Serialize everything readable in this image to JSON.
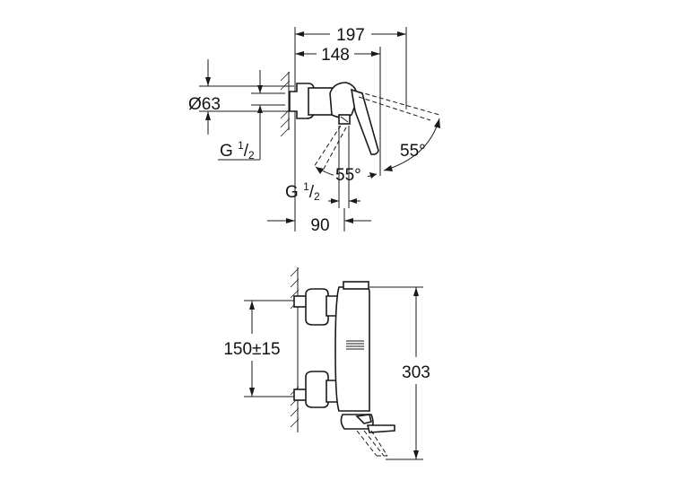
{
  "top_view": {
    "dim_overall": "197",
    "dim_body": "148",
    "dim_diameter": "Ø63",
    "thread_left": {
      "base": "G ",
      "num": "1",
      "den": "2"
    },
    "angle_right": "55°",
    "angle_left": "55°",
    "thread_outlet": {
      "base": "G ",
      "num": "1",
      "den": "2"
    },
    "dim_projection": "90"
  },
  "front_view": {
    "dim_centers": "150±15",
    "dim_height": "303"
  },
  "colors": {
    "line": "#1a1a1a",
    "background": "#ffffff"
  }
}
